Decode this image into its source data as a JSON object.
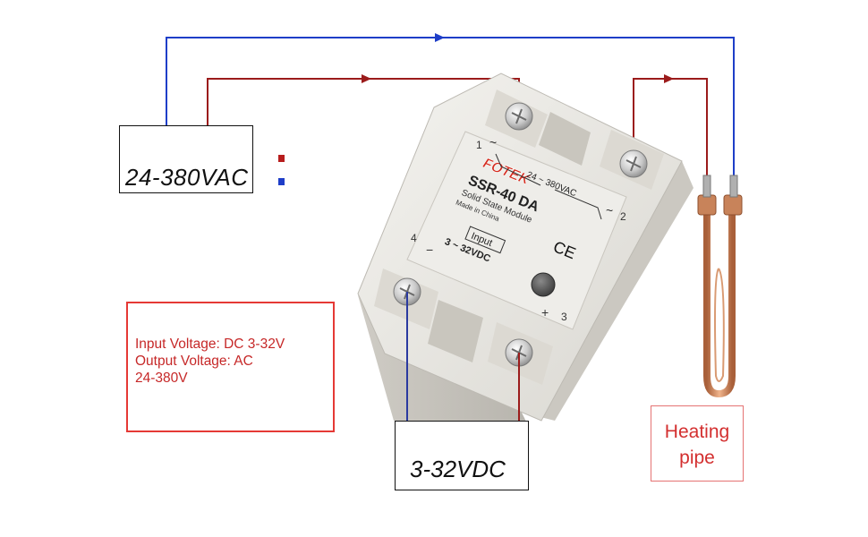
{
  "ac_supply_label": "24-380VAC",
  "dc_control_label": "3-32VDC",
  "specs": {
    "line1": "Input Voltage: DC 3-32V",
    "line2": "Output Voltage: AC",
    "line3": "24-380V"
  },
  "load_label": {
    "line1": "Heating",
    "line2": "pipe"
  },
  "relay": {
    "brand": "FOTEK",
    "model": "SSR-40 DA",
    "subtitle": "Solid State Module",
    "origin": "Made in China",
    "load_voltage": "24 ~ 380VAC",
    "input_label": "Input",
    "input_voltage": "3 ~ 32VDC",
    "ce_mark": "CE",
    "terminal_1": "1",
    "terminal_2": "2",
    "terminal_3": "3",
    "terminal_4": "4",
    "tilde_symbol_1": "~",
    "tilde_symbol_2": "~",
    "minus_symbol": "−",
    "plus_symbol": "+"
  },
  "colors": {
    "ac_wire": "#9b1b1b",
    "neutral_wire": "#1e3ec8",
    "dc_wire": "#2a3aa0",
    "spec_border": "#e53935",
    "copper": "#c8835a",
    "relay_body": "#e9e7e2"
  }
}
